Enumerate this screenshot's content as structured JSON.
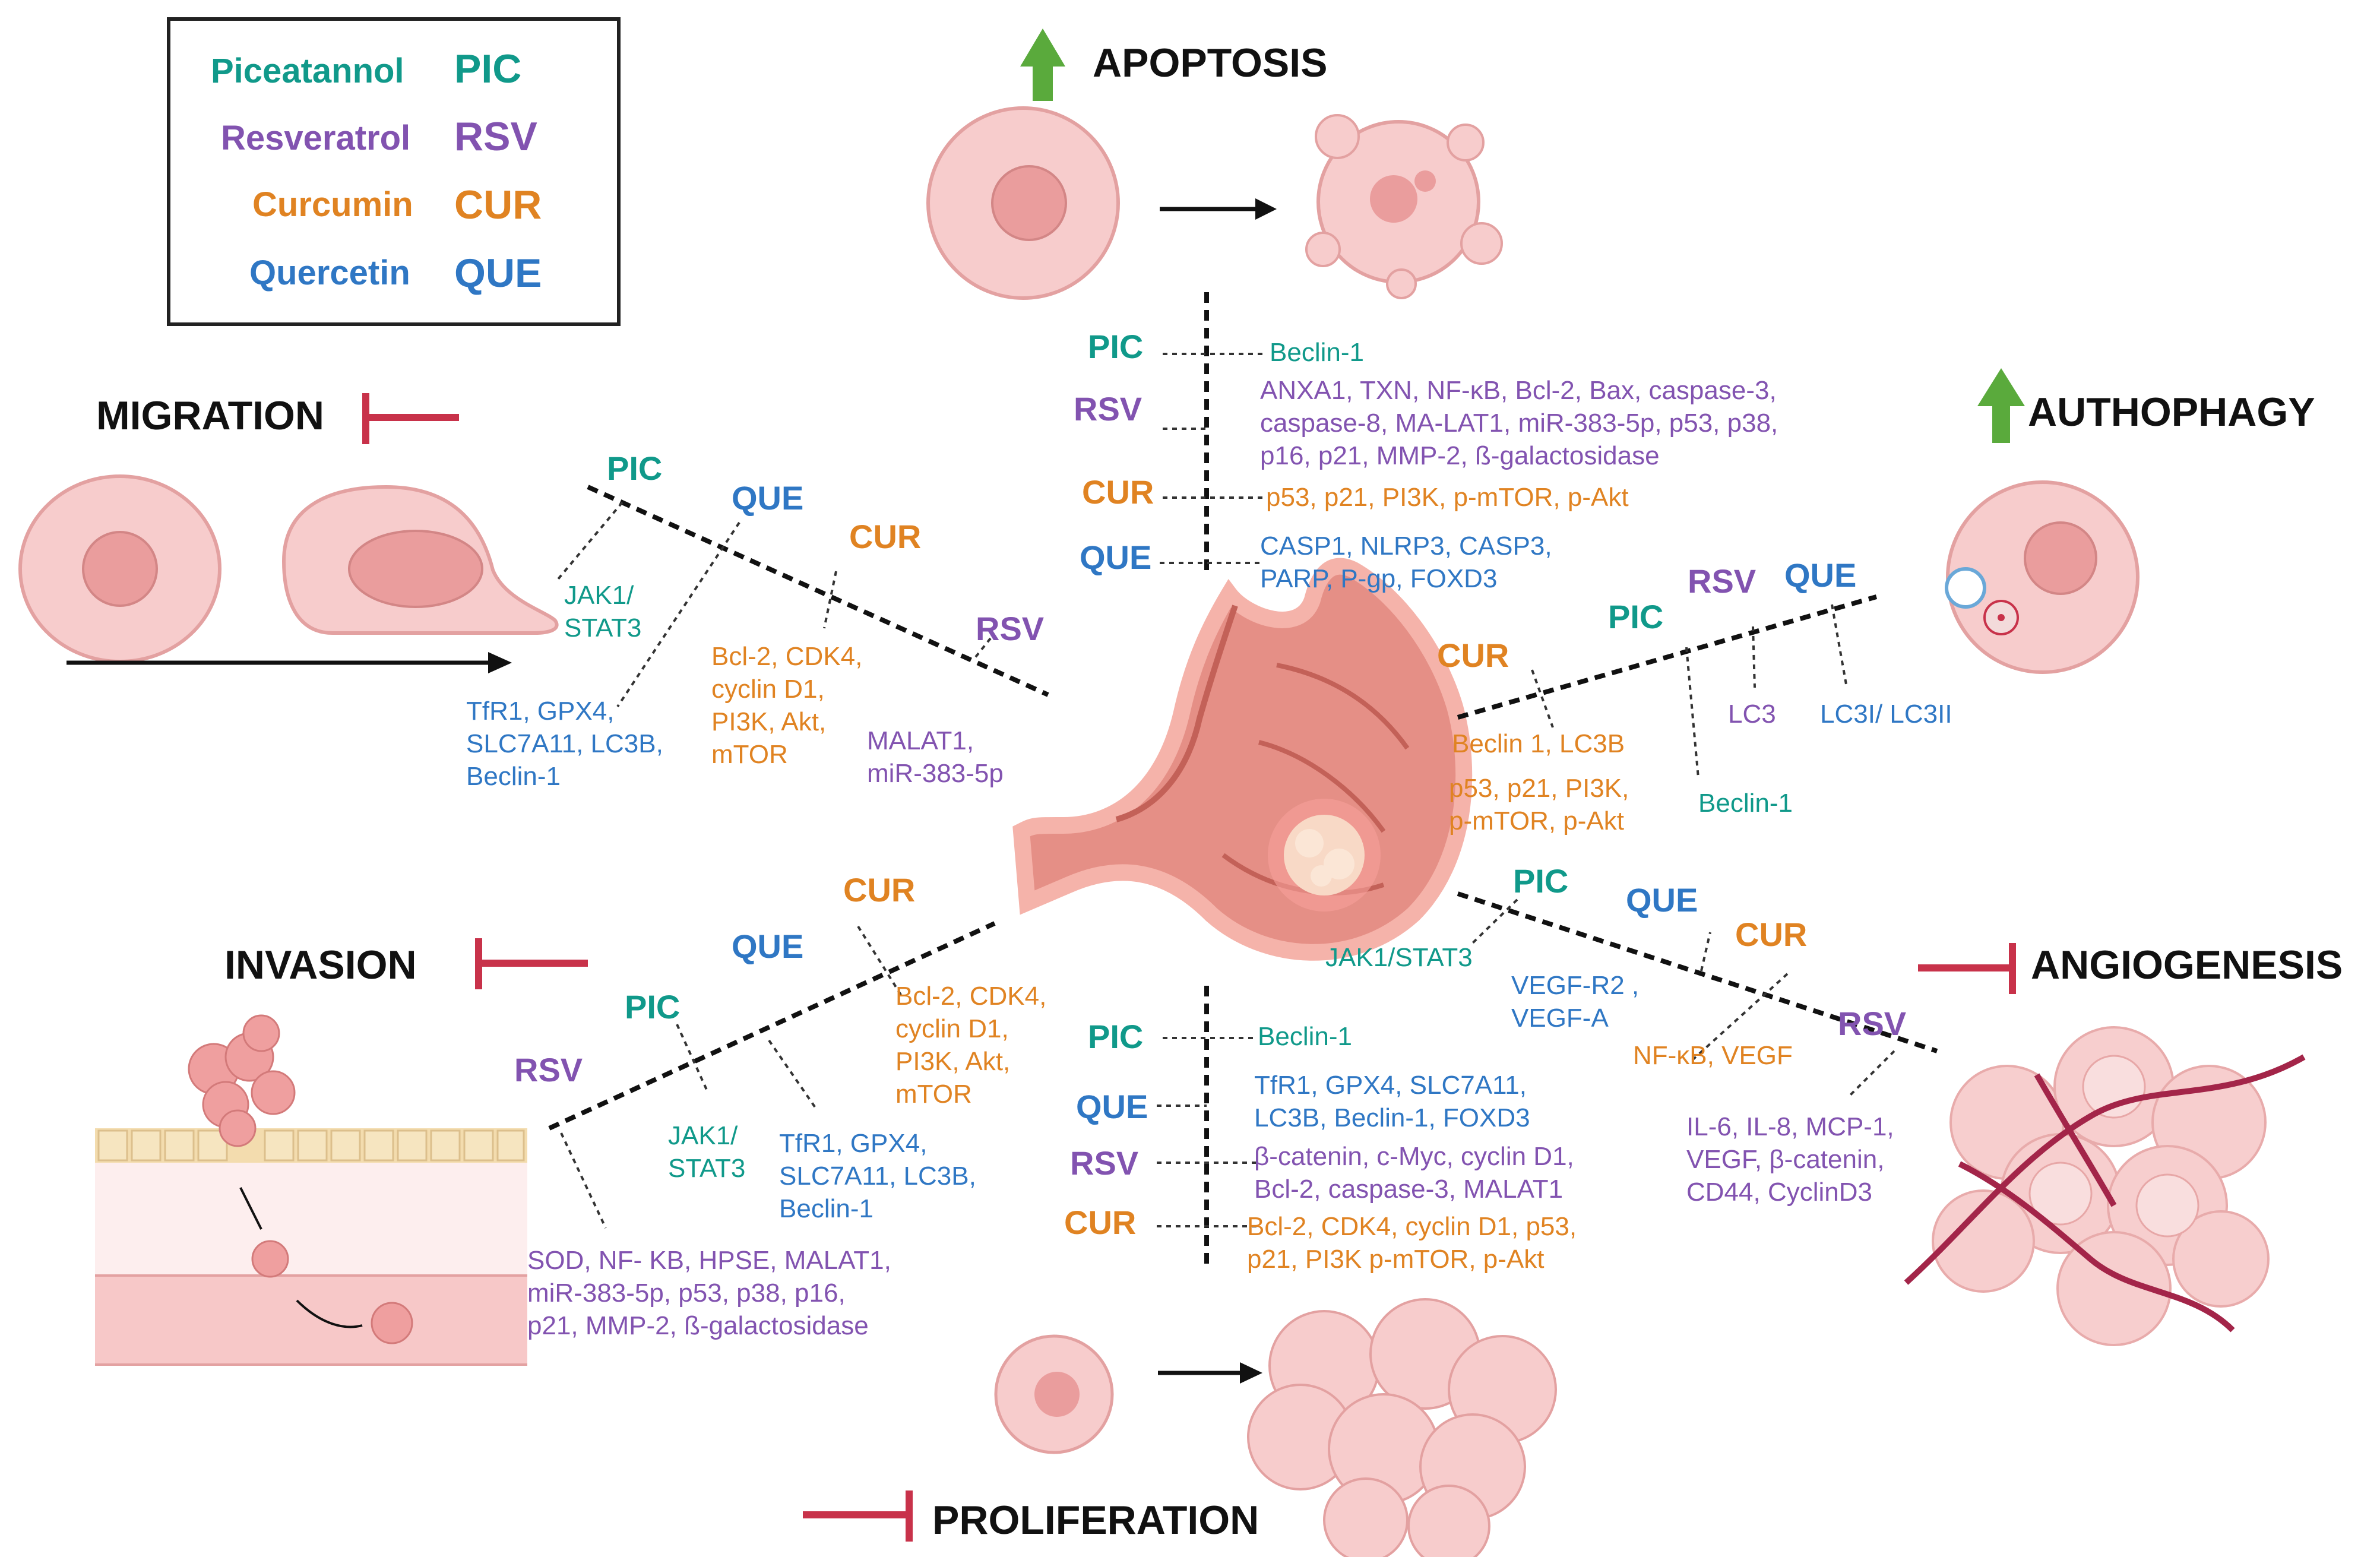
{
  "legend": {
    "items": [
      {
        "name": "Piceatannol",
        "abbr": "PIC"
      },
      {
        "name": "Resveratrol",
        "abbr": "RSV"
      },
      {
        "name": "Curcumin",
        "abbr": "CUR"
      },
      {
        "name": "Quercetin",
        "abbr": "QUE"
      }
    ]
  },
  "colors": {
    "pic": "#10998a",
    "rsv": "#8253b0",
    "cur": "#e08322",
    "que": "#2f77c4",
    "inhibit": "#c8324a",
    "up": "#5aaa3c"
  },
  "apoptosis": {
    "title": "APOPTOSIS",
    "pic_label": "PIC",
    "pic_targets": "Beclin-1",
    "rsv_label": "RSV",
    "rsv_targets": "ANXA1, TXN, NF-κB, Bcl-2, Bax, caspase-3,\ncaspase-8, MA-LAT1, miR-383-5p, p53, p38,\np16, p21, MMP-2, ß-galactosidase",
    "cur_label": "CUR",
    "cur_targets": "p53, p21, PI3K, p-mTOR, p-Akt",
    "que_label": "QUE",
    "que_targets": "CASP1, NLRP3, CASP3,\nPARP, P-gp, FOXD3"
  },
  "migration": {
    "title": "MIGRATION",
    "pic_label": "PIC",
    "pic_targets": "JAK1/\nSTAT3",
    "que_label": "QUE",
    "que_targets": "TfR1, GPX4,\nSLC7A11, LC3B,\nBeclin-1",
    "cur_label": "CUR",
    "cur_targets": "Bcl-2, CDK4,\ncyclin D1,\nPI3K, Akt,\nmTOR",
    "rsv_label": "RSV",
    "rsv_targets": "MALAT1,\nmiR-383-5p"
  },
  "autophagy": {
    "title": "AUTHOPHAGY",
    "cur_label": "CUR",
    "cur_targets": "Beclin 1, LC3B",
    "cur_targets_2": "p53, p21, PI3K,\np-mTOR, p-Akt",
    "pic_label": "PIC",
    "pic_targets": "Beclin-1",
    "rsv_label": "RSV",
    "rsv_targets": "LC3",
    "que_label": "QUE",
    "que_targets": "LC3I/ LC3II"
  },
  "invasion": {
    "title": "INVASION",
    "cur_label": "CUR",
    "cur_targets": "Bcl-2, CDK4,\ncyclin D1,\nPI3K, Akt,\nmTOR",
    "que_label": "QUE",
    "que_targets": "TfR1, GPX4,\nSLC7A11, LC3B,\nBeclin-1",
    "pic_label": "PIC",
    "pic_targets": "JAK1/\nSTAT3",
    "rsv_label": "RSV",
    "rsv_targets": "SOD, NF- KB, HPSE, MALAT1,\nmiR-383-5p, p53, p38, p16,\np21, MMP-2, ß-galactosidase"
  },
  "proliferation": {
    "title": "PROLIFERATION",
    "pic_label": "PIC",
    "pic_targets": "Beclin-1",
    "que_label": "QUE",
    "que_targets": "TfR1, GPX4, SLC7A11,\nLC3B, Beclin-1, FOXD3",
    "rsv_label": "RSV",
    "rsv_targets": "β-catenin, c-Myc, cyclin D1,\nBcl-2, caspase-3, MALAT1",
    "cur_label": "CUR",
    "cur_targets": "Bcl-2, CDK4, cyclin D1, p53,\np21, PI3K p-mTOR, p-Akt"
  },
  "angiogenesis": {
    "title": "ANGIOGENESIS",
    "pic_label": "PIC",
    "pic_targets": "JAK1/STAT3",
    "que_label": "QUE",
    "que_targets": "VEGF-R2 ,\nVEGF-A",
    "cur_label": "CUR",
    "cur_targets": "NF-κB, VEGF",
    "rsv_label": "RSV",
    "rsv_targets": "IL-6, IL-8, MCP-1,\nVEGF, β-catenin,\nCD44, CyclinD3"
  }
}
